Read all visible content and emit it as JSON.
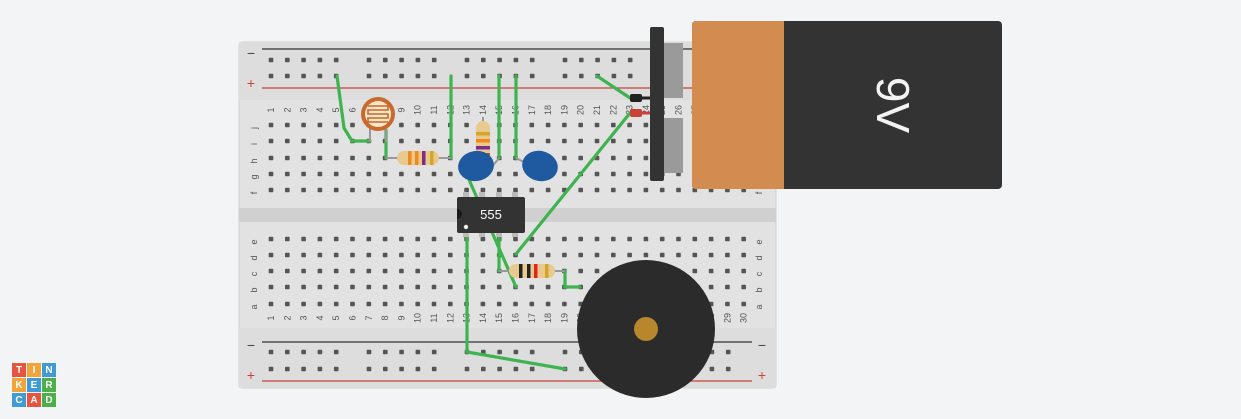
{
  "chip_label": "555",
  "battery_label": "9V",
  "rail_minus": "−",
  "rail_plus": "+",
  "row_letters_top": [
    "j",
    "i",
    "h",
    "g",
    "f"
  ],
  "row_letters_bottom": [
    "e",
    "d",
    "c",
    "b",
    "a"
  ],
  "column_count": 30,
  "logo_letters": [
    "T",
    "I",
    "N",
    "K",
    "E",
    "R",
    "C",
    "A",
    "D"
  ],
  "colors": {
    "wire": "#3fb34f",
    "board": "#e2e2e2",
    "rail_red": "#c8423a",
    "rail_black": "#333333",
    "capacitor": "#1f5aa0",
    "battery_orange": "#d28c50",
    "battery_body": "#333333",
    "buzzer": "#2b2b2b",
    "logo": [
      "#e5553f",
      "#f0a43a",
      "#3f9bd4",
      "#f0a43a",
      "#3f9bd4",
      "#4daf4a",
      "#3f9bd4",
      "#e5553f",
      "#4daf4a"
    ]
  }
}
